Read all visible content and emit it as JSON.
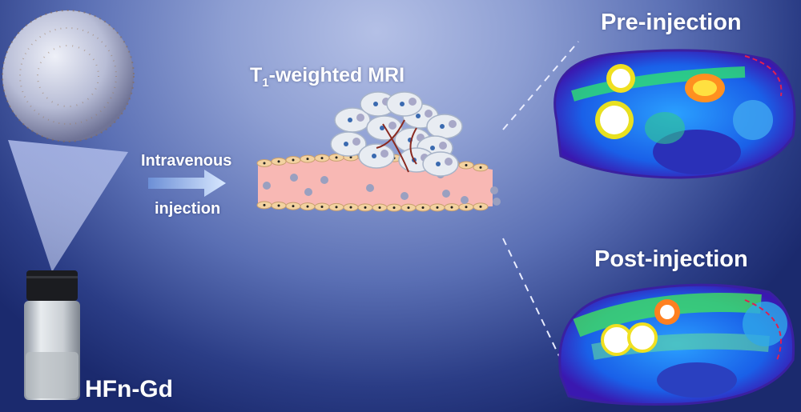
{
  "title": {
    "prefix": "T",
    "subscript": "1",
    "suffix": "-weighted MRI"
  },
  "arrow_label": {
    "line1": "Intravenous",
    "line2": "injection"
  },
  "vial_label": "HFn-Gd",
  "mri": {
    "pre_label": "Pre-injection",
    "post_label": "Post-injection"
  },
  "colors": {
    "vessel": "#f8b8b4",
    "cell": "#f3d2a0",
    "tumor_cell": "#e8ecf2",
    "accent_arrow": "#aac8f0"
  }
}
